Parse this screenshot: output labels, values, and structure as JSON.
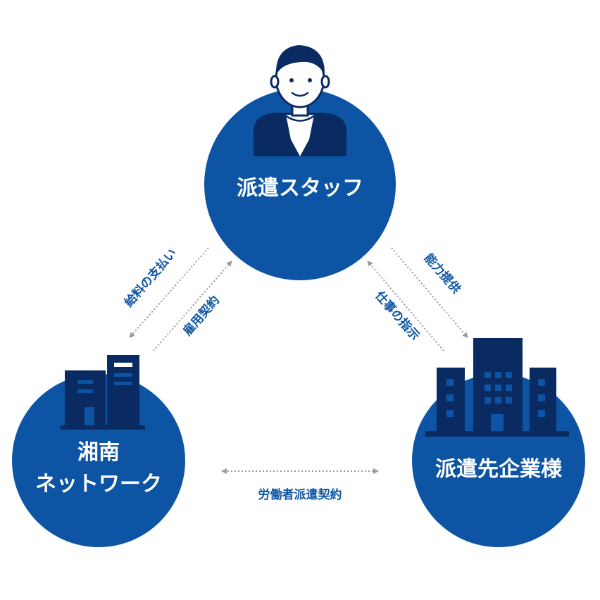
{
  "colors": {
    "circle": "#0d55a4",
    "icon_dark": "#0a2a62",
    "label_text": "#ffffff",
    "relation_text": "#0d55a4",
    "arrow": "#9a9a9a",
    "skin": "#ffffff"
  },
  "nodes": {
    "staff": {
      "label": "派遣スタッフ",
      "icon": "person-icon"
    },
    "shonan": {
      "label_line1": "湘南",
      "label_line2": "ネットワーク",
      "icon": "small-building-icon"
    },
    "client": {
      "label": "派遣先企業様",
      "icon": "office-building-icon"
    }
  },
  "relations": {
    "salary": "給料の支払い",
    "employment": "雇用契約",
    "ability": "能力提供",
    "instruction": "仕事の指示",
    "dispatch_contract": "労働者派遣契約"
  }
}
